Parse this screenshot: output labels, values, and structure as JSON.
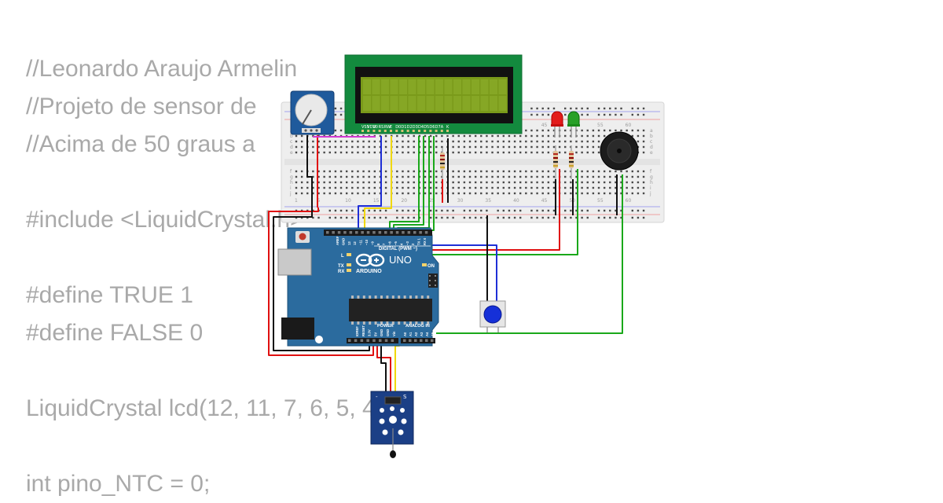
{
  "code_lines": [
    "//Leonardo Araujo Armelin",
    "//Projeto de sensor de",
    "//Acima de 50 graus a",
    "",
    "#include <LiquidCrystal.h>",
    "",
    "#define TRUE 1",
    "#define FALSE 0",
    "",
    "LiquidCrystal lcd(12, 11, 7, 6, 5, 4);",
    "",
    "int pino_NTC = 0;"
  ],
  "circuit": {
    "arduino": {
      "logo": "UNO",
      "brand": "ARDUINO",
      "digital_label": "DIGITAL (PWM ~)",
      "power_label": "POWER",
      "analog_label": "ANALOG IN",
      "on_label": "ON",
      "l_label": "L",
      "tx_label": "TX",
      "rx_label": "RX",
      "top_pins": [
        "AREF",
        "GND",
        "13",
        "12",
        "~11",
        "~10",
        "~9",
        "8",
        "7",
        "~6",
        "~5",
        "4",
        "~3",
        "2",
        "TX 1",
        "RX 0"
      ],
      "power_pins": [
        "IOREF",
        "RESET",
        "3.3V",
        "5V",
        "GND",
        "GND",
        "Vin"
      ],
      "analog_pins": [
        "A0",
        "A1",
        "A2",
        "A3",
        "A4",
        "A5"
      ]
    },
    "lcd": {
      "pin_labels": [
        "VSS",
        "VDD",
        "V0",
        "RS",
        "RW",
        "E",
        "D0",
        "D1",
        "D2",
        "D3",
        "D4",
        "D5",
        "D6",
        "D7",
        "A",
        "K"
      ]
    },
    "breadboard": {
      "column_numbers": [
        "1",
        "5",
        "10",
        "15",
        "20",
        "25",
        "30",
        "35",
        "40",
        "45",
        "50",
        "55",
        "60"
      ],
      "row_letters_top": [
        "a",
        "b",
        "c",
        "d",
        "e"
      ],
      "row_letters_bottom": [
        "f",
        "g",
        "h",
        "i",
        "j"
      ]
    },
    "sensor_module": {
      "minus_label": "-",
      "signal_label": "S"
    },
    "colors": {
      "wire_red": "#e01010",
      "wire_black": "#101010",
      "wire_blue": "#1f2fd6",
      "wire_yellow": "#f0d800",
      "wire_green": "#1aa81a",
      "wire_magenta": "#d23ad2",
      "arduino_blue": "#2b6b9e",
      "lcd_green": "#138a3e",
      "lcd_screen": "#7a9a1a",
      "code_text": "#a9a9a9"
    }
  }
}
